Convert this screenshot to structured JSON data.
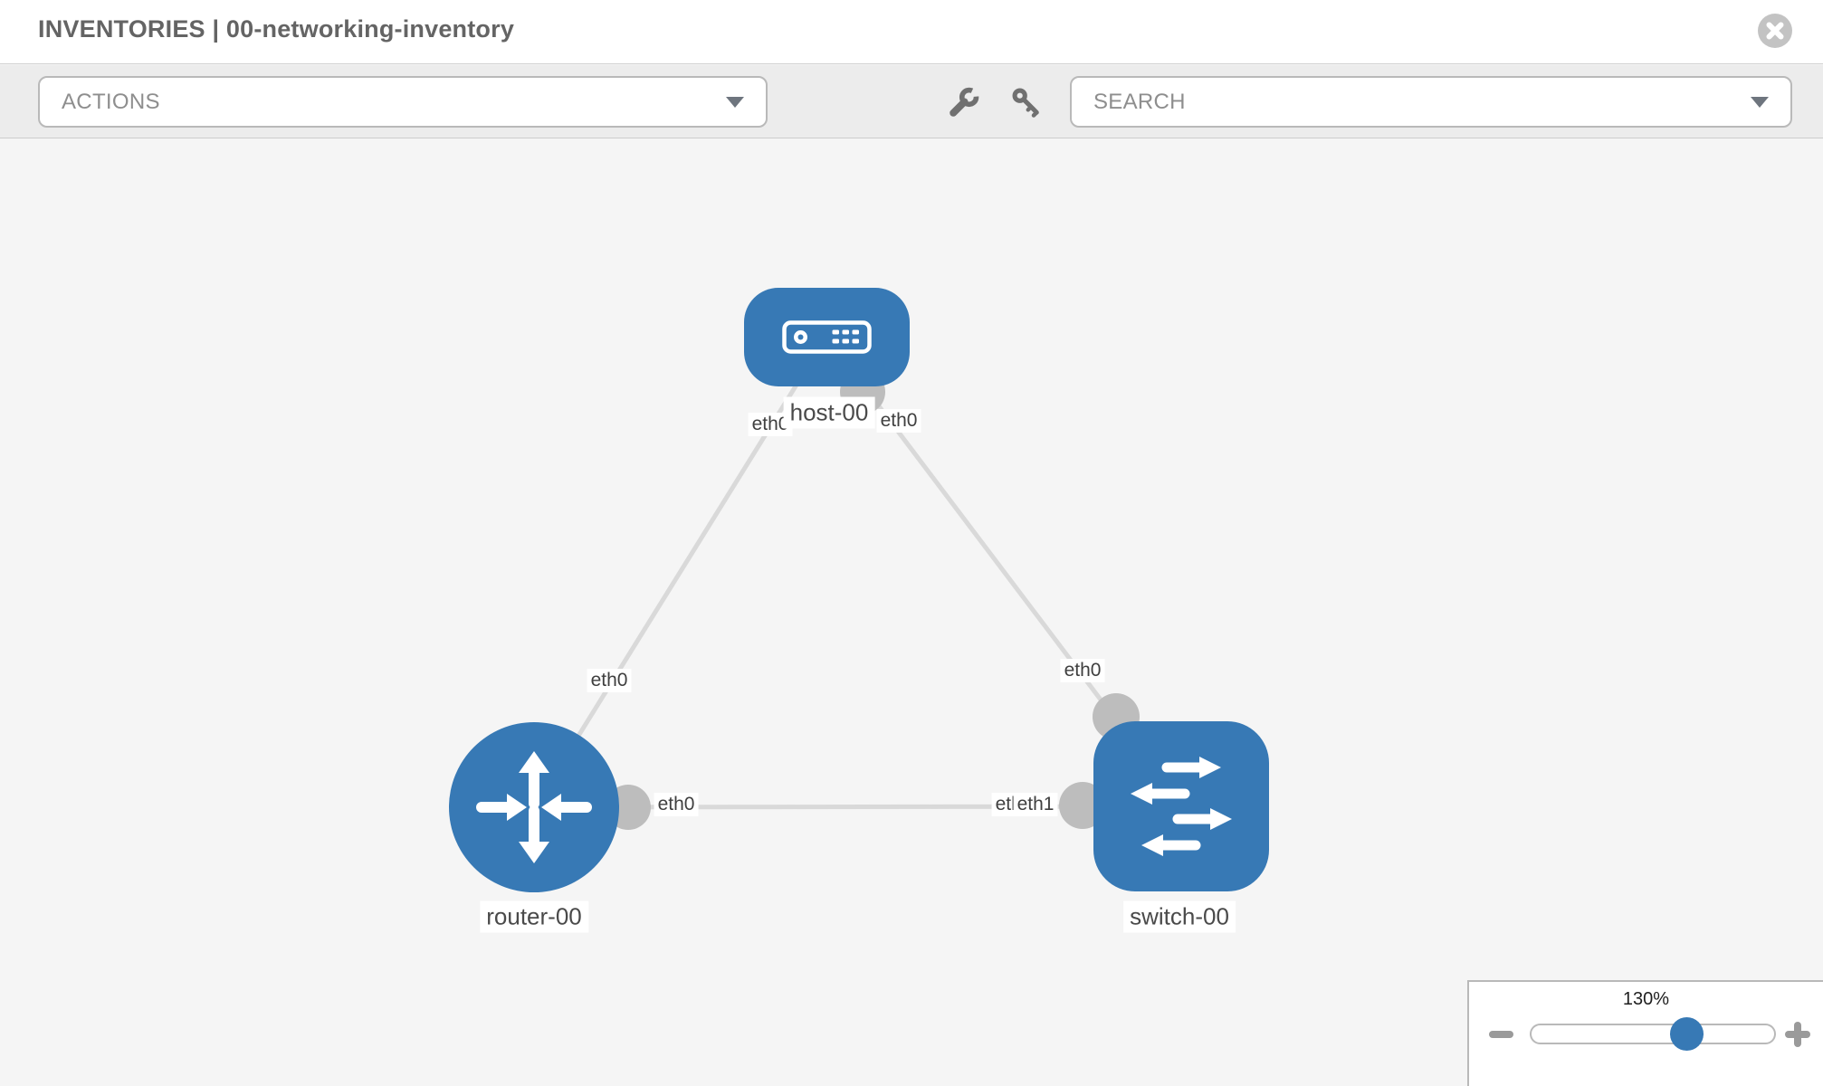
{
  "header": {
    "title": "INVENTORIES | 00-networking-inventory"
  },
  "toolbar": {
    "actions_label": "ACTIONS",
    "search_label": "SEARCH"
  },
  "nodes": {
    "host": {
      "label": "host-00",
      "type": "host"
    },
    "router": {
      "label": "router-00",
      "type": "router"
    },
    "switch": {
      "label": "switch-00",
      "type": "switch"
    }
  },
  "interface_labels": {
    "host_left": "eth0",
    "host_right": "eth0",
    "router_host_link": "eth0",
    "switch_host_link": "eth0",
    "router_right": "eth0",
    "switch_left_under": "eth0",
    "switch_left": "eth1"
  },
  "links": [
    {
      "from": "router-00",
      "from_if": "eth0",
      "to": "host-00",
      "to_if": "eth0"
    },
    {
      "from": "host-00",
      "from_if": "eth0",
      "to": "switch-00",
      "to_if": "eth0"
    },
    {
      "from": "router-00",
      "from_if": "eth0",
      "to": "switch-00",
      "to_if": "eth1"
    }
  ],
  "zoom_control": {
    "level": "130%"
  },
  "colors": {
    "node_blue": "#3779b5",
    "link_gray": "#d9d9d9",
    "interface_gray": "#bdbdbd",
    "toolbar_bg": "#ececec",
    "canvas_bg": "#f5f5f5"
  }
}
